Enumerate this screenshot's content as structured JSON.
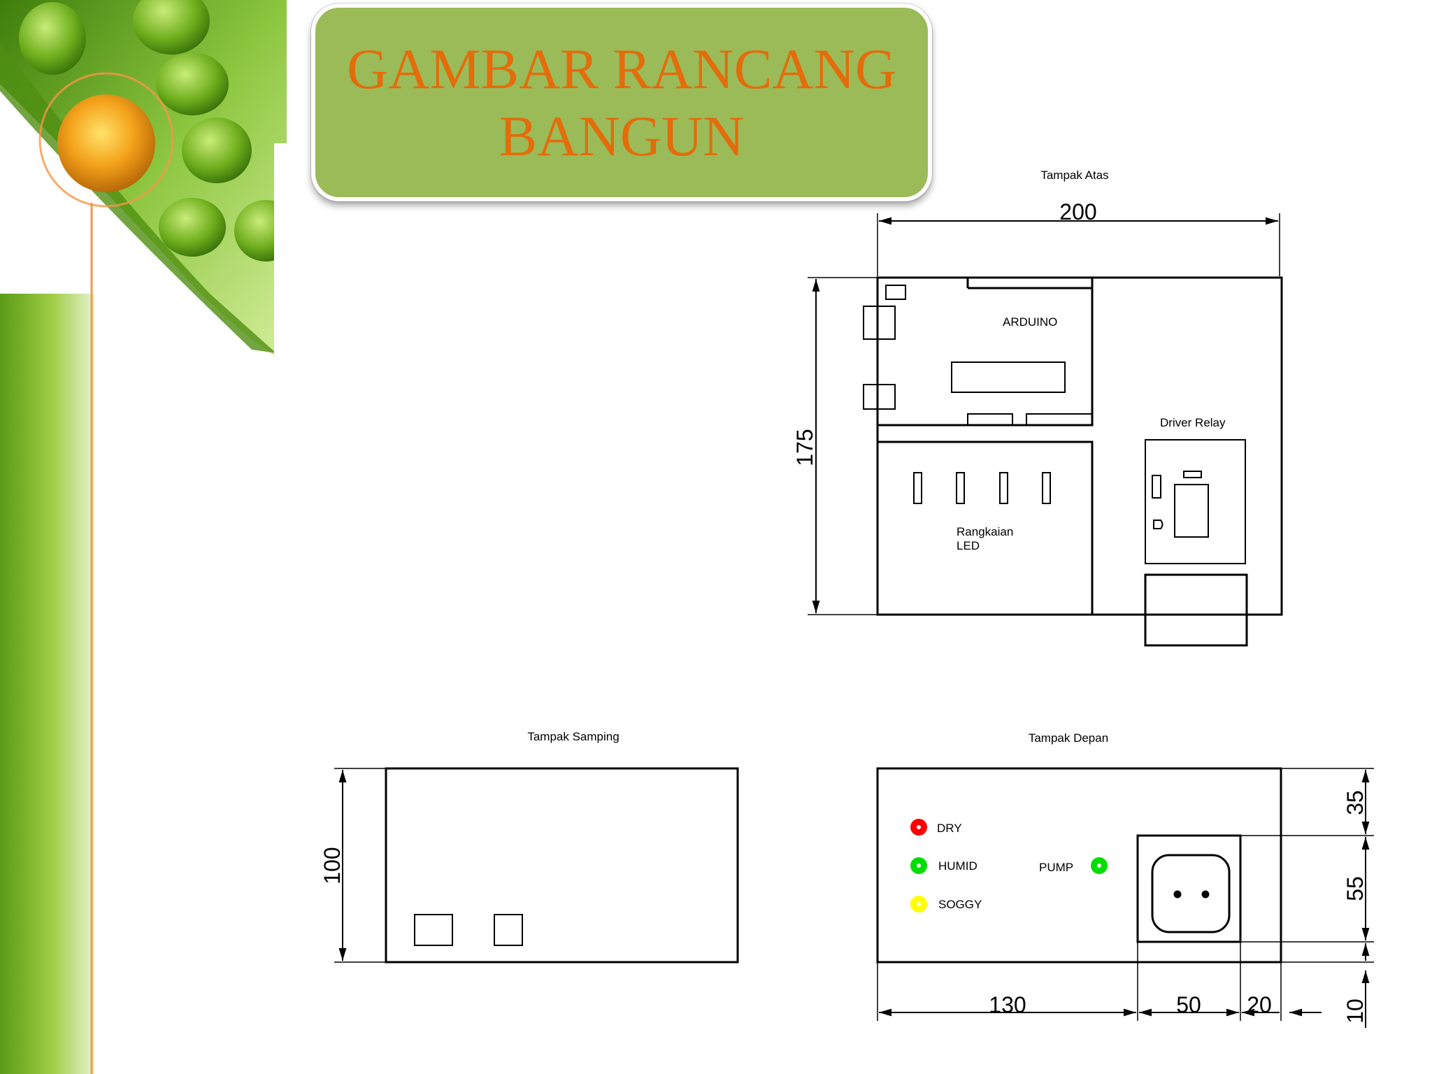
{
  "slide": {
    "title_line1": "GAMBAR RANCANG",
    "title_line2": "BANGUN",
    "colors": {
      "title_box": "#9bbb59",
      "title_text": "#e46c0a",
      "accent_line": "#f79646"
    }
  },
  "top_view": {
    "caption": "Tampak Atas",
    "dim_width": "200",
    "dim_height": "175",
    "arduino_label": "ARDUINO",
    "relay_label": "Driver Relay",
    "led_label_line1": "Rangkaian",
    "led_label_line2": "LED"
  },
  "side_view": {
    "caption": "Tampak Samping",
    "dim_height": "100"
  },
  "front_view": {
    "caption": "Tampak Depan",
    "indicators": [
      {
        "label": "DRY",
        "color": "#ff0000"
      },
      {
        "label": "HUMID",
        "color": "#00dd00"
      },
      {
        "label": "SOGGY",
        "color": "#ffff00"
      }
    ],
    "pump_label": "PUMP",
    "pump_color": "#00dd00",
    "dims_bottom": [
      "130",
      "50",
      "20"
    ],
    "dims_right": [
      "35",
      "55",
      "10"
    ]
  }
}
